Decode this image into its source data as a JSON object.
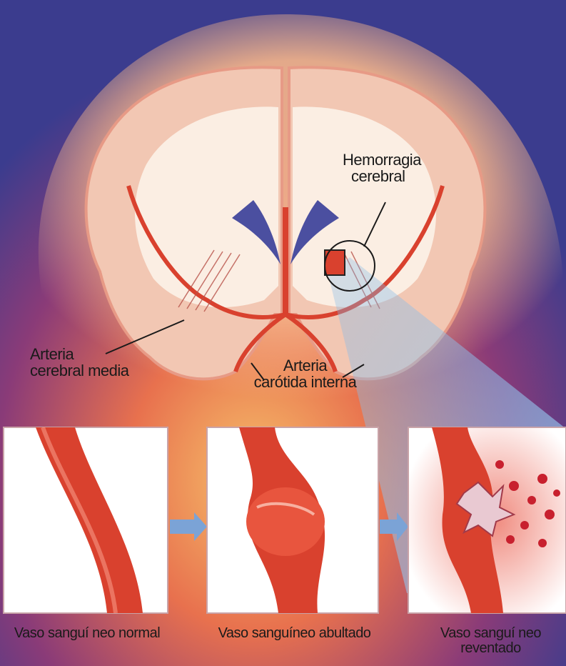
{
  "labels": {
    "hemorragia_line1": "Hemorragia",
    "hemorragia_line2": "cerebral",
    "arteria_media_line1": "Arteria",
    "arteria_media_line2": "cerebral media",
    "arteria_carotida_line1": "Arteria",
    "arteria_carotida_line2": "carótida interna"
  },
  "captions": {
    "panel1": "Vaso sanguí neo normal",
    "panel2": "Vaso sanguíneo abultado",
    "panel3_line1": "Vaso sanguí neo",
    "panel3_line2": "reventado"
  },
  "colors": {
    "vessel": "#d9412e",
    "vessel_dark": "#a92a1e",
    "brain_tissue": "#f7dccb",
    "white_matter": "#fbeee3",
    "background_blue": "#3f3f8c",
    "background_warm": "#e8714e"
  }
}
